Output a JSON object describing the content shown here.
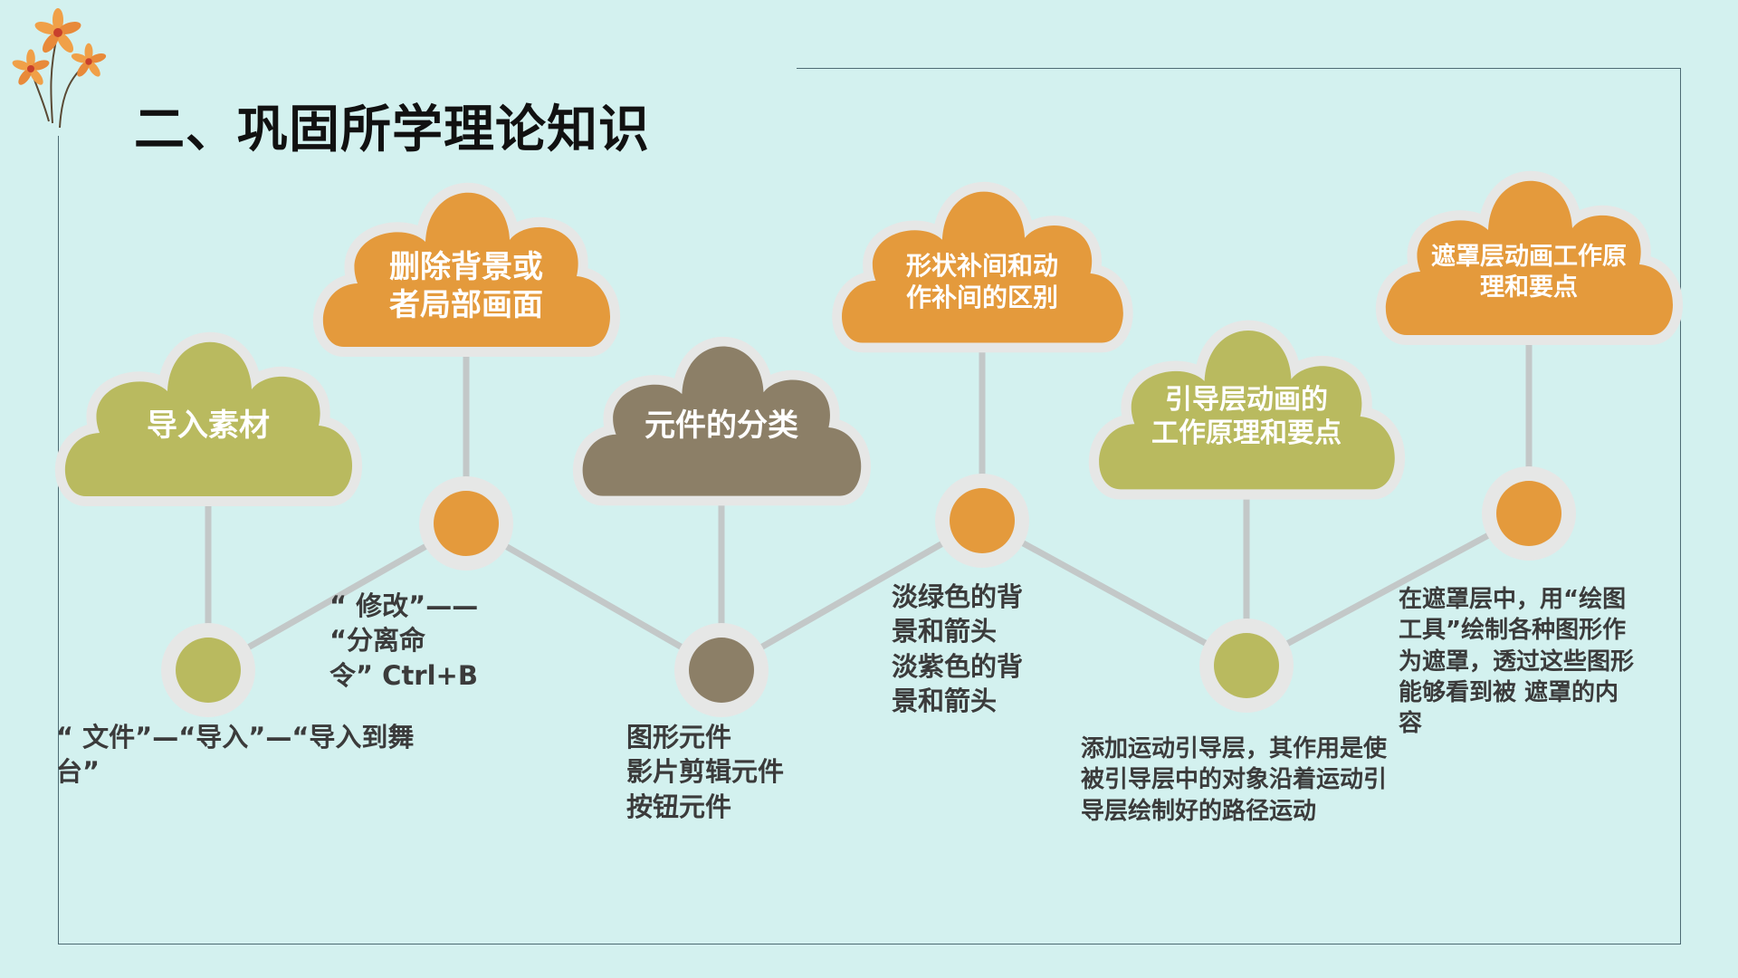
{
  "title": "二、巩固所学理论知识",
  "colors": {
    "olive": "#b9ba5f",
    "orange": "#e49a3c",
    "taupe": "#8c7f67",
    "halo": "#e6e7e6",
    "connector": "#c3c8c8",
    "background": "#d3f1ef",
    "frame": "#4d6b73"
  },
  "steps": [
    {
      "topic": "导入素材",
      "description": "“ 文件”—“导入”—“导入到舞\n台”",
      "color": "olive"
    },
    {
      "topic": "删除背景或\n者局部画面",
      "description": "“ 修改”——\n“分离命\n令” Ctrl+B",
      "color": "orange"
    },
    {
      "topic": "元件的分类",
      "description": "图形元件\n影片剪辑元件\n按钮元件",
      "color": "taupe"
    },
    {
      "topic": "形状补间和动\n作补间的区别",
      "description": "淡绿色的背\n景和箭头\n淡紫色的背\n景和箭头",
      "color": "orange"
    },
    {
      "topic": "引导层动画的\n工作原理和要点",
      "description": "添加运动引导层，其作用是使\n被引导层中的对象沿着运动引\n导层绘制好的路径运动",
      "color": "olive"
    },
    {
      "topic": "遮罩层动画工作原\n理和要点",
      "description": "在遮罩层中，用“绘图\n工具”绘制各种图形作\n为遮罩，透过这些图形\n能够看到被 遮罩的内\n容",
      "color": "orange"
    }
  ]
}
